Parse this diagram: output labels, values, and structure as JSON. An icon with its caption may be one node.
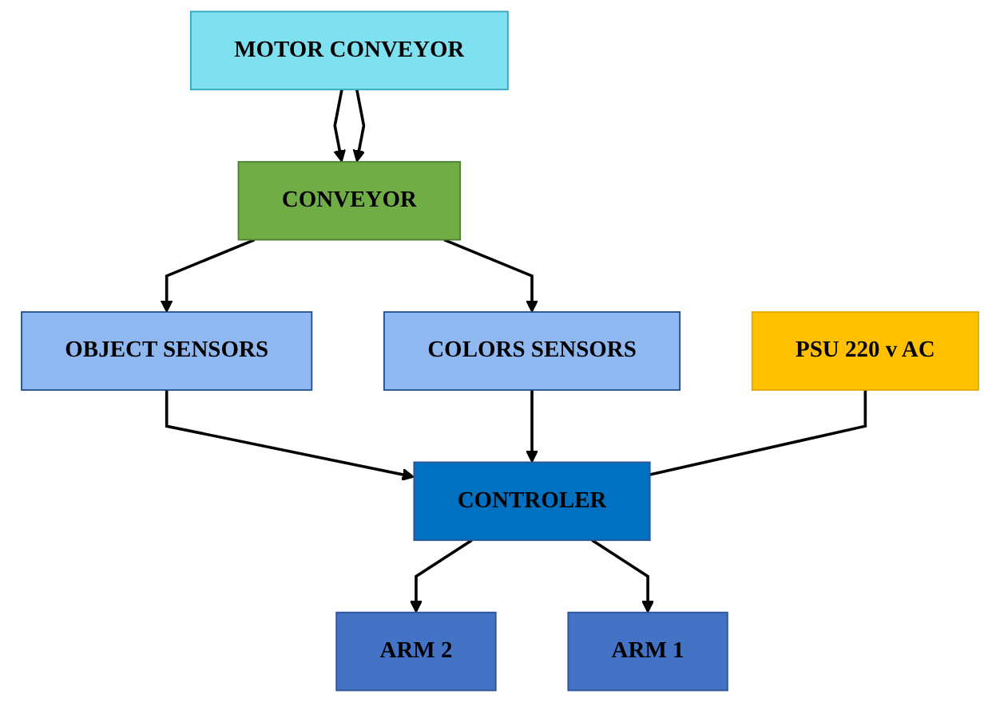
{
  "diagram": {
    "nodes": [
      {
        "text": [
          "OBJECT SENSORS"
        ]
      },
      {
        "text": [
          "COLORS SENSORS"
        ]
      },
      {
        "text": [
          "PSU 220 v AC"
        ]
      },
      {
        "text": [
          "CONTROLER"
        ]
      },
      {
        "text": [
          "CONVEYOR"
        ]
      },
      {
        "text": [
          "ARM 1"
        ]
      },
      {
        "text": [
          "ARM 2"
        ]
      },
      {
        "text": [
          "MOTOR CONVEYOR"
        ]
      }
    ],
    "edges": [
      {
        "from": 0,
        "to": 3,
        "arrow": "to"
      },
      {
        "from": 1,
        "to": 3,
        "arrow": "to"
      },
      {
        "from": 2,
        "to": 3,
        "arrow": "none"
      },
      {
        "from": 4,
        "to": 1,
        "arrow": "to"
      },
      {
        "from": 4,
        "to": 0,
        "arrow": "to"
      },
      {
        "from": 7,
        "to": 4,
        "arrow": "to"
      },
      {
        "from": 7,
        "to": 4,
        "arrow": "to"
      },
      {
        "from": 3,
        "to": 6,
        "arrow": "to"
      },
      {
        "from": 3,
        "to": 5,
        "arrow": "to"
      }
    ]
  }
}
